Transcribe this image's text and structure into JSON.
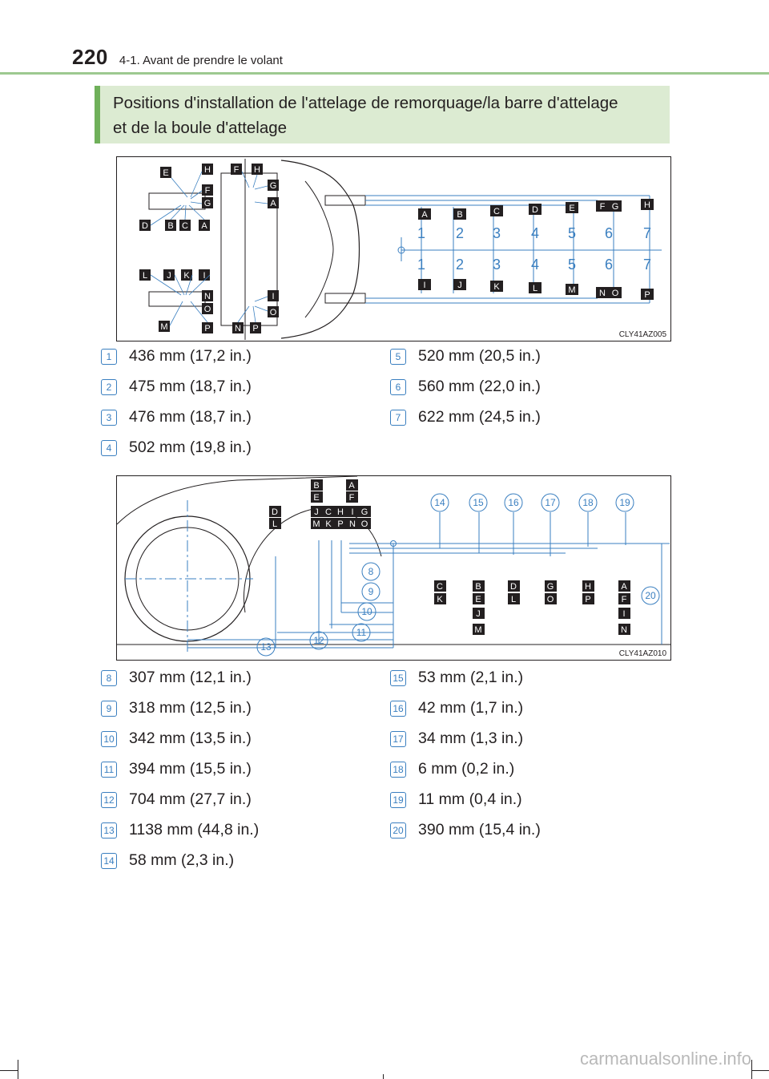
{
  "header": {
    "page_number": "220",
    "section": "4-1. Avant de prendre le volant"
  },
  "title": {
    "line1": "Positions d'installation de l'attelage de remorquage/la barre d'attelage",
    "line2": "et de la boule d'attelage"
  },
  "figure1": {
    "code": "CLY41AZ005",
    "top_letters": [
      "A",
      "B",
      "C",
      "D",
      "E",
      "F",
      "G",
      "H"
    ],
    "bottom_letters": [
      "I",
      "J",
      "K",
      "L",
      "M",
      "N",
      "O",
      "P"
    ],
    "dimension_numbers": [
      "1",
      "2",
      "3",
      "4",
      "5",
      "6",
      "7"
    ]
  },
  "specs1": [
    {
      "num": "1",
      "text": "436 mm (17,2 in.)"
    },
    {
      "num": "2",
      "text": "475 mm (18,7 in.)"
    },
    {
      "num": "3",
      "text": "476 mm (18,7 in.)"
    },
    {
      "num": "4",
      "text": "502 mm (19,8 in.)"
    },
    {
      "num": "5",
      "text": "520 mm (20,5 in.)"
    },
    {
      "num": "6",
      "text": "560 mm (22,0 in.)"
    },
    {
      "num": "7",
      "text": "622 mm (24,5 in.)"
    }
  ],
  "figure2": {
    "code": "CLY41AZ010",
    "top_numbers": [
      "14",
      "15",
      "16",
      "17",
      "18",
      "19"
    ],
    "side_numbers": [
      "8",
      "9",
      "10",
      "11",
      "12",
      "13",
      "20"
    ]
  },
  "specs2": [
    {
      "num": "8",
      "text": "307 mm (12,1 in.)"
    },
    {
      "num": "9",
      "text": "318 mm (12,5 in.)"
    },
    {
      "num": "10",
      "text": "342 mm (13,5 in.)"
    },
    {
      "num": "11",
      "text": "394 mm (15,5 in.)"
    },
    {
      "num": "12",
      "text": "704 mm (27,7 in.)"
    },
    {
      "num": "13",
      "text": "1138 mm (44,8 in.)"
    },
    {
      "num": "14",
      "text": "58 mm (2,3 in.)"
    },
    {
      "num": "15",
      "text": "53 mm (2,1 in.)"
    },
    {
      "num": "16",
      "text": "42 mm (1,7 in.)"
    },
    {
      "num": "17",
      "text": "34 mm (1,3 in.)"
    },
    {
      "num": "18",
      "text": "6 mm (0,2 in.)"
    },
    {
      "num": "19",
      "text": "11 mm (0,4 in.)"
    },
    {
      "num": "20",
      "text": "390 mm (15,4 in.)"
    }
  ],
  "watermark": "carmanualsonline.info"
}
